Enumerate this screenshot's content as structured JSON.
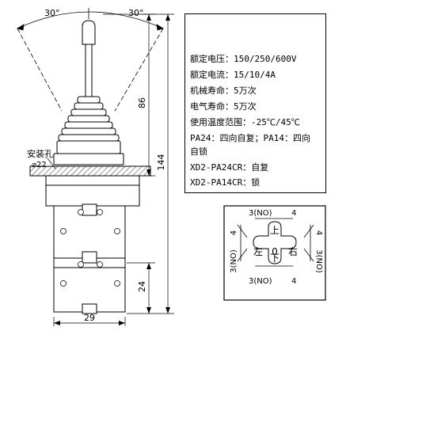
{
  "dimensions": {
    "angle_left": "30°",
    "angle_right": "30°",
    "height_lever": "86",
    "height_total": "144",
    "height_bottom": "24",
    "width_body": "29",
    "mount_hole_label": "安装孔",
    "mount_hole_size": "⌀22"
  },
  "specs": [
    "额定电压：150/250/600V",
    "额定电流：15/10/4A",
    "机械寿命：5万次",
    "电气寿命：5万次",
    "使用温度范围：-25℃/45℃",
    "PA24：四向自复；PA14：四向",
    "自锁",
    "XD2-PA24CR：自复",
    "XD2-PA14CR：锁"
  ],
  "switch_diagram": {
    "contact_top": "3(NO)",
    "contact_bottom": "3(NO)",
    "contact_left": "3(NO)",
    "contact_right": "3(NO)",
    "num_top": "4",
    "num_bottom": "4",
    "num_left": "4",
    "num_right": "4",
    "dir_up": "上",
    "dir_down": "下",
    "dir_left": "左",
    "dir_right": "右",
    "center": "0"
  }
}
